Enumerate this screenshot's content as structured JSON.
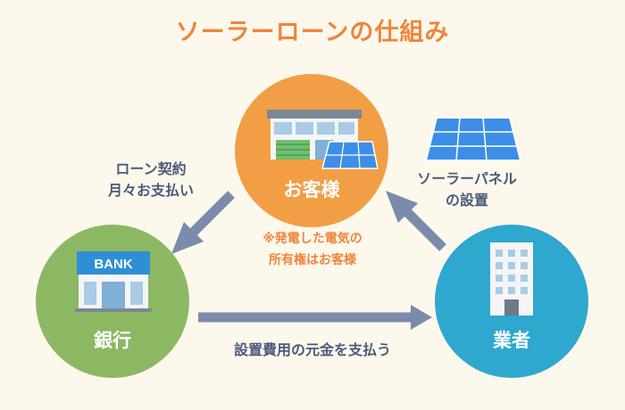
{
  "title": "ソーラーローンの仕組み",
  "nodes": {
    "customer": "お客様",
    "bank": "銀行",
    "vendor": "業者"
  },
  "bank_sign": "BANK",
  "edges": {
    "customer_to_bank": [
      "ローン契約",
      "月々お支払い"
    ],
    "vendor_to_customer": [
      "ソーラーパネル",
      "の設置"
    ],
    "bank_to_vendor": "設置費用の元金を支払う"
  },
  "center_note": [
    "※発電した電気の",
    "所有権はお客様"
  ],
  "colors": {
    "title": "#f0853b",
    "customer": "#f29e45",
    "bank": "#8cb863",
    "vendor": "#2ea8cf",
    "arrow": "#7b8bab",
    "panel": "#3d8ee6"
  }
}
